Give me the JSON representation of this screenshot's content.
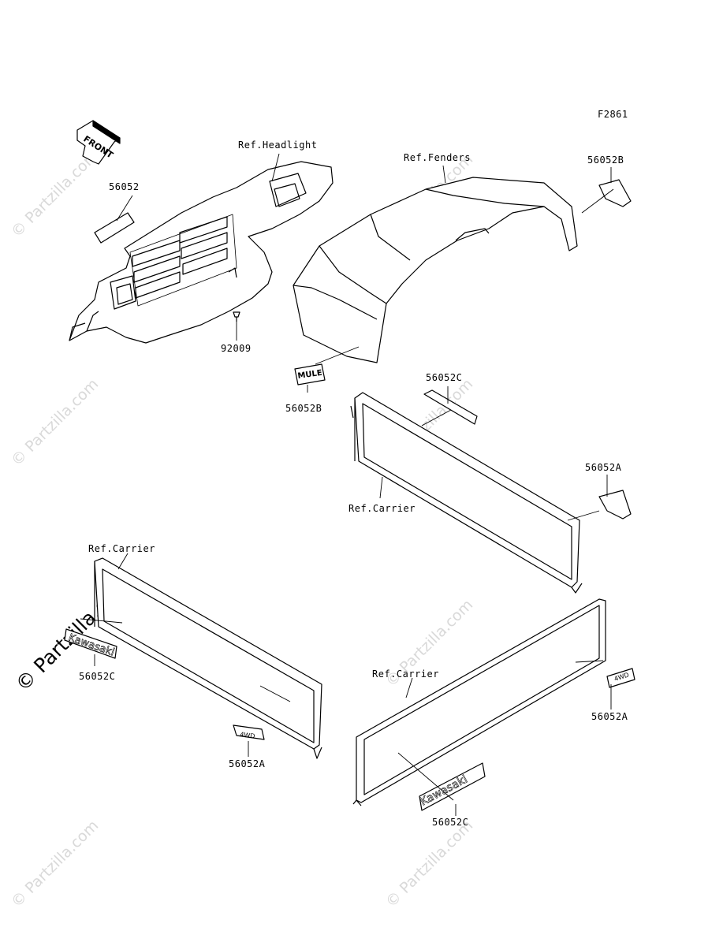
{
  "figure_code": "F2861",
  "front_label": "FRONT",
  "watermark": "© Partzilla.com",
  "labels": {
    "ref_headlight": "Ref.Headlight",
    "ref_fenders": "Ref.Fenders",
    "ref_carrier_1": "Ref.Carrier",
    "ref_carrier_2": "Ref.Carrier",
    "ref_carrier_3": "Ref.Carrier",
    "p56052": "56052",
    "p56052b_top": "56052B",
    "p56052b_mid": "56052B",
    "p92009": "92009",
    "p56052c_top": "56052C",
    "p56052a_right": "56052A",
    "p56052c_left": "56052C",
    "p56052a_left": "56052A",
    "p56052a_bottomright": "56052A",
    "p56052c_bottom": "56052C"
  },
  "decals": {
    "kawasaki": "Kawasaki",
    "mule": "MULE",
    "fourwd": "4WD"
  }
}
